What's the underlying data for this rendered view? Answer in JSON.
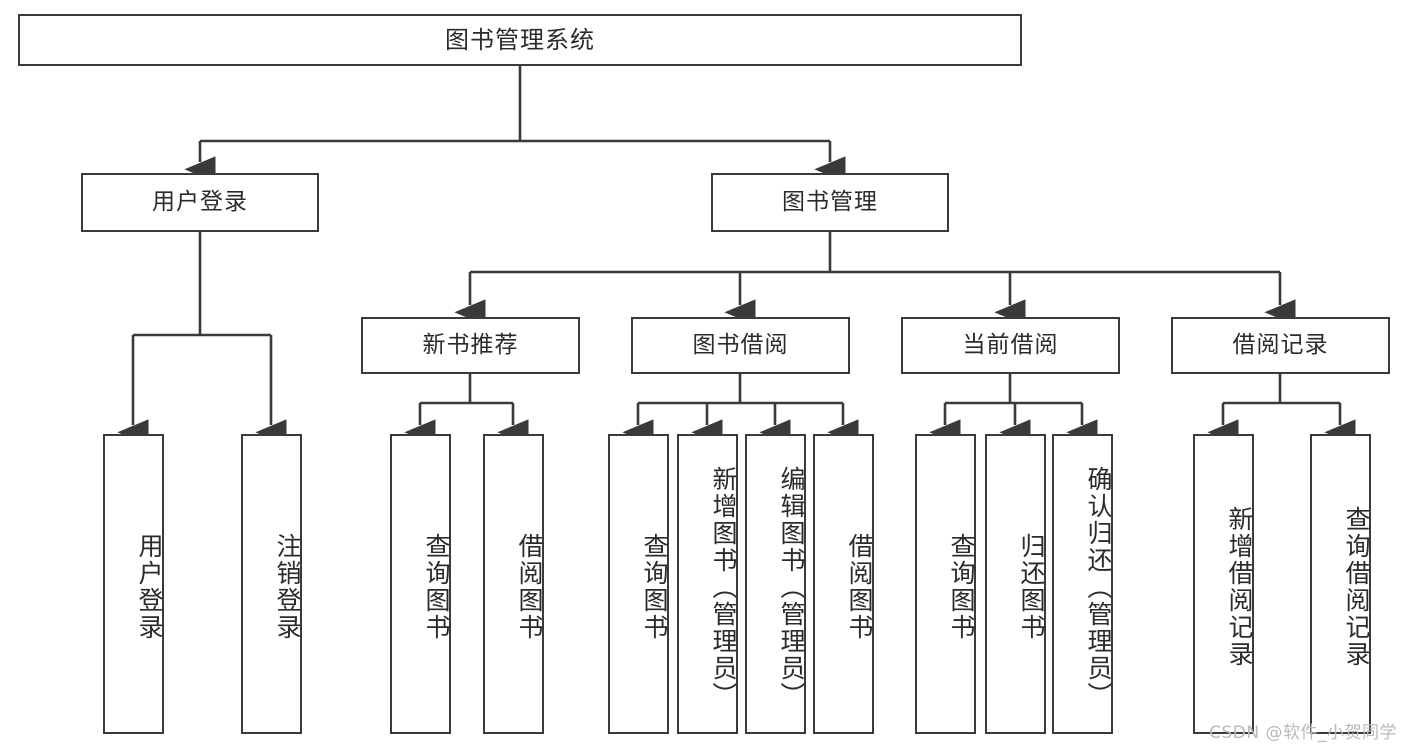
{
  "diagram": {
    "title": "图书管理系统",
    "watermark": "CSDN @软件_小贺同学",
    "colors": {
      "box_border": "#3a3a3a",
      "box_fill": "#ffffff",
      "text": "#2b2b2b",
      "line": "#3a3a3a",
      "watermark": "#b9b9b9",
      "background": "#ffffff"
    },
    "nodes": {
      "root": {
        "label": "图书管理系统"
      },
      "level2": [
        {
          "label": "用户登录"
        },
        {
          "label": "图书管理"
        }
      ],
      "level3": [
        {
          "label": "新书推荐"
        },
        {
          "label": "图书借阅"
        },
        {
          "label": "当前借阅"
        },
        {
          "label": "借阅记录"
        }
      ],
      "leaves_user_login": [
        {
          "label": "用户登录"
        },
        {
          "label": "注销登录"
        }
      ],
      "leaves_new_book": [
        {
          "label": "查询图书"
        },
        {
          "label": "借阅图书"
        }
      ],
      "leaves_borrow": [
        {
          "label": "查询图书"
        },
        {
          "label": "新增图书（管理员）"
        },
        {
          "label": "编辑图书（管理员）"
        },
        {
          "label": "借阅图书"
        }
      ],
      "leaves_current": [
        {
          "label": "查询图书"
        },
        {
          "label": "归还图书"
        },
        {
          "label": "确认归还（管理员）"
        }
      ],
      "leaves_records": [
        {
          "label": "新增借阅记录"
        },
        {
          "label": "查询借阅记录"
        }
      ]
    }
  }
}
